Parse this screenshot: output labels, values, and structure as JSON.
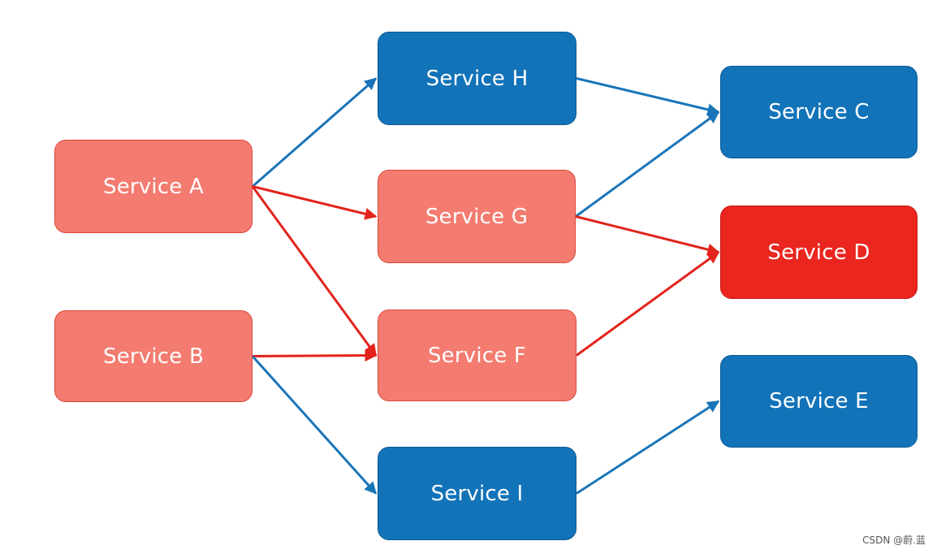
{
  "colors": {
    "healthy": "#1273b9",
    "degraded": "#f47b70",
    "failed": "#ea261f",
    "edge_blue": "#1a75b8",
    "edge_red": "#e3231c"
  },
  "nodes": {
    "a": {
      "label": "Service A"
    },
    "b": {
      "label": "Service B"
    },
    "c": {
      "label": "Service C"
    },
    "d": {
      "label": "Service D"
    },
    "e": {
      "label": "Service E"
    },
    "f": {
      "label": "Service F"
    },
    "g": {
      "label": "Service G"
    },
    "h": {
      "label": "Service H"
    },
    "i": {
      "label": "Service I"
    }
  },
  "edges": [
    {
      "from": "a",
      "to": "h",
      "color": "blue"
    },
    {
      "from": "a",
      "to": "g",
      "color": "red"
    },
    {
      "from": "a",
      "to": "f",
      "color": "red"
    },
    {
      "from": "b",
      "to": "f",
      "color": "red"
    },
    {
      "from": "b",
      "to": "i",
      "color": "blue"
    },
    {
      "from": "h",
      "to": "c",
      "color": "blue"
    },
    {
      "from": "g",
      "to": "c",
      "color": "blue"
    },
    {
      "from": "g",
      "to": "d",
      "color": "red"
    },
    {
      "from": "f",
      "to": "d",
      "color": "red"
    },
    {
      "from": "i",
      "to": "e",
      "color": "blue"
    }
  ],
  "watermark": "CSDN @蔚.蓝"
}
